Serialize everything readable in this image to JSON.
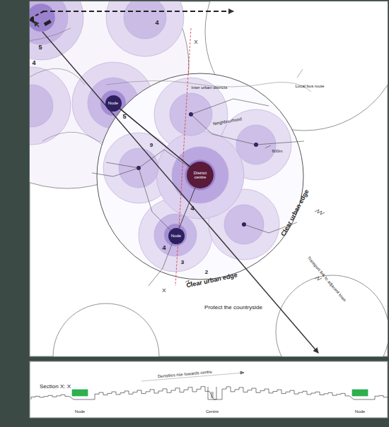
{
  "diagram": {
    "nodes": [
      {
        "text": [
          "District centre"
        ]
      },
      {
        "text": [
          "Node"
        ]
      },
      {
        "text": [
          "Node"
        ]
      }
    ],
    "edges": [
      {
        "from": 2,
        "to": 0,
        "arrow": "none"
      },
      {
        "from": 0,
        "to": 1,
        "arrow": "none"
      }
    ],
    "labels": [
      "Inter urban districts",
      "Neighbourhood",
      "Local bus route",
      "600m",
      "Clear urban edge",
      "Clear urban edge",
      "Protect the countryside",
      "Transport link to adjacent town",
      "X",
      "X",
      "4",
      "5",
      "4",
      "5",
      "9",
      "4",
      "4",
      "3",
      "2",
      "Section X: X",
      "Node",
      "Centre",
      "Node",
      "Densities rise towards centre"
    ]
  }
}
